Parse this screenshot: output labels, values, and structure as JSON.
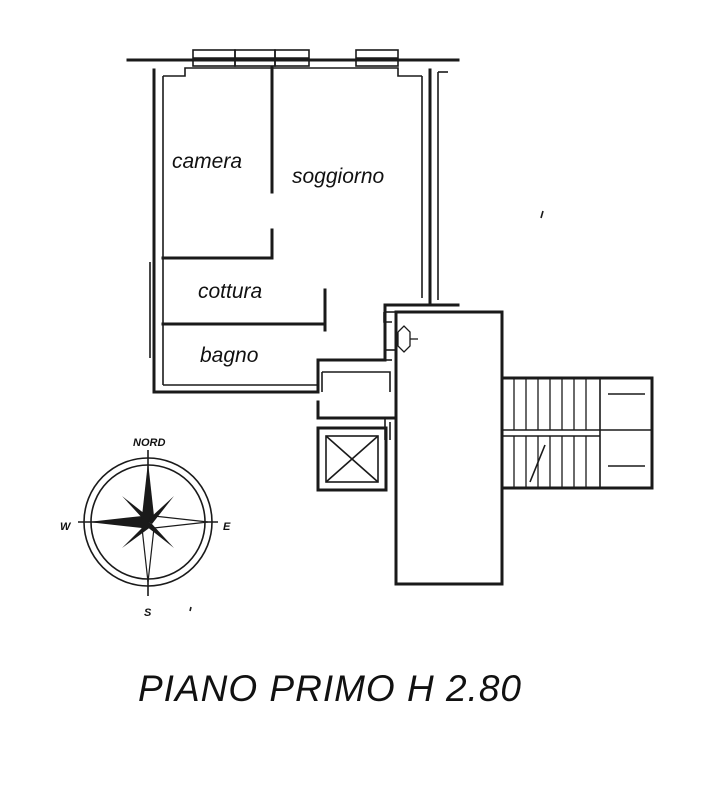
{
  "rooms": {
    "camera": "camera",
    "soggiorno": "soggiorno",
    "cottura": "cottura",
    "bagno": "bagno"
  },
  "compass": {
    "north": "NORD",
    "south": "S",
    "east": "E",
    "west": "W"
  },
  "title": "PIANO PRIMO H 2.80",
  "colors": {
    "ink": "#1a1a1a",
    "paper": "#ffffff"
  }
}
